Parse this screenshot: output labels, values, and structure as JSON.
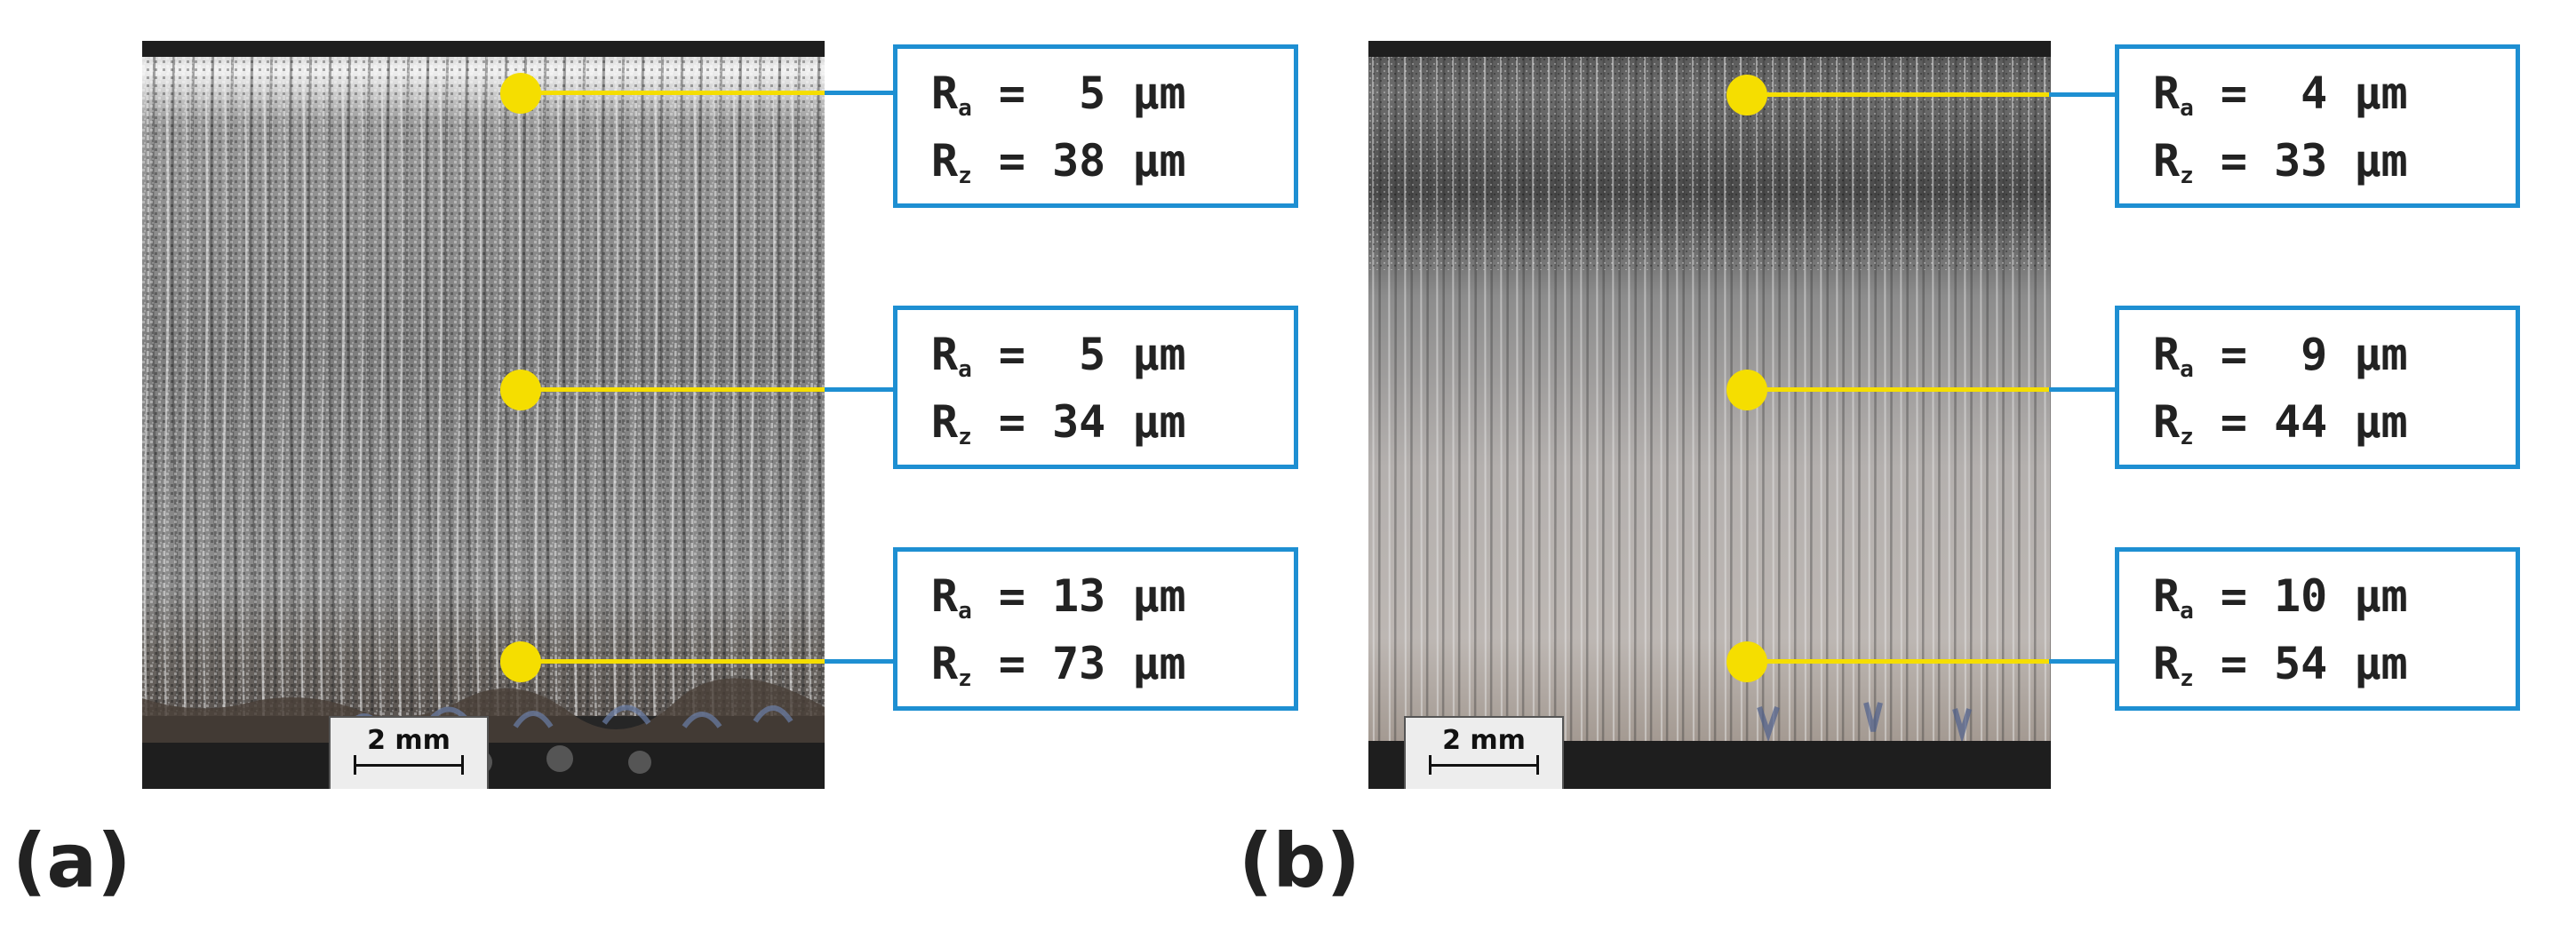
{
  "panels": [
    {
      "label": "(a)",
      "scale_bar": "2 mm",
      "measurements": [
        {
          "ra_symbol": "R",
          "ra_sub": "a",
          "ra_value": "=  5 µm",
          "rz_symbol": "R",
          "rz_sub": "z",
          "rz_value": "= 38 µm"
        },
        {
          "ra_symbol": "R",
          "ra_sub": "a",
          "ra_value": "=  5 µm",
          "rz_symbol": "R",
          "rz_sub": "z",
          "rz_value": "= 34 µm"
        },
        {
          "ra_symbol": "R",
          "ra_sub": "a",
          "ra_value": "= 13 µm",
          "rz_symbol": "R",
          "rz_sub": "z",
          "rz_value": "= 73 µm"
        }
      ]
    },
    {
      "label": "(b)",
      "scale_bar": "2 mm",
      "measurements": [
        {
          "ra_symbol": "R",
          "ra_sub": "a",
          "ra_value": "=  4 µm",
          "rz_symbol": "R",
          "rz_sub": "z",
          "rz_value": "= 33 µm"
        },
        {
          "ra_symbol": "R",
          "ra_sub": "a",
          "ra_value": "=  9 µm",
          "rz_symbol": "R",
          "rz_sub": "z",
          "rz_value": "= 44 µm"
        },
        {
          "ra_symbol": "R",
          "ra_sub": "a",
          "ra_value": "= 10 µm",
          "rz_symbol": "R",
          "rz_sub": "z",
          "rz_value": "= 54 µm"
        }
      ]
    }
  ],
  "colors": {
    "marker": "#f5de00",
    "box_border": "#1e8fd2",
    "photo_dark": "#262626"
  }
}
